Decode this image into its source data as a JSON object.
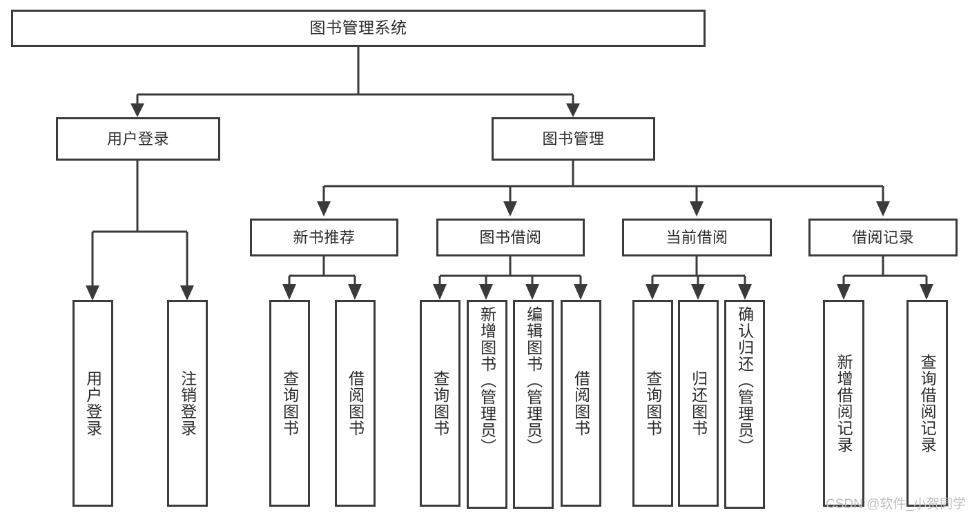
{
  "diagram": {
    "type": "tree",
    "title": "图书管理系统",
    "root": {
      "label": "图书管理系统"
    },
    "level1": [
      {
        "label": "用户登录"
      },
      {
        "label": "图书管理"
      }
    ],
    "level2": [
      {
        "label": "新书推荐"
      },
      {
        "label": "图书借阅"
      },
      {
        "label": "当前借阅"
      },
      {
        "label": "借阅记录"
      }
    ],
    "leaves": {
      "user_login": [
        {
          "label": "用户登录"
        },
        {
          "label": "注销登录"
        }
      ],
      "new_book_recommend": [
        {
          "label": "查询图书"
        },
        {
          "label": "借阅图书"
        }
      ],
      "book_borrow": [
        {
          "label": "查询图书"
        },
        {
          "label": "新增图书（管理员）"
        },
        {
          "label": "编辑图书（管理员）"
        },
        {
          "label": "借阅图书"
        }
      ],
      "current_borrow": [
        {
          "label": "查询图书"
        },
        {
          "label": "归还图书"
        },
        {
          "label": "确认归还（管理员）"
        }
      ],
      "borrow_record": [
        {
          "label": "新增借阅记录"
        },
        {
          "label": "查询借阅记录"
        }
      ]
    }
  },
  "watermark": {
    "text": "CSDN @软件_小贺同学"
  },
  "colors": {
    "box_border": "#3b3b3b",
    "box_fill": "#ffffff",
    "connector": "#3a3a3a",
    "text": "#2b2b2b",
    "watermark": "#bfbfbf",
    "page_background": "#ffffff"
  }
}
